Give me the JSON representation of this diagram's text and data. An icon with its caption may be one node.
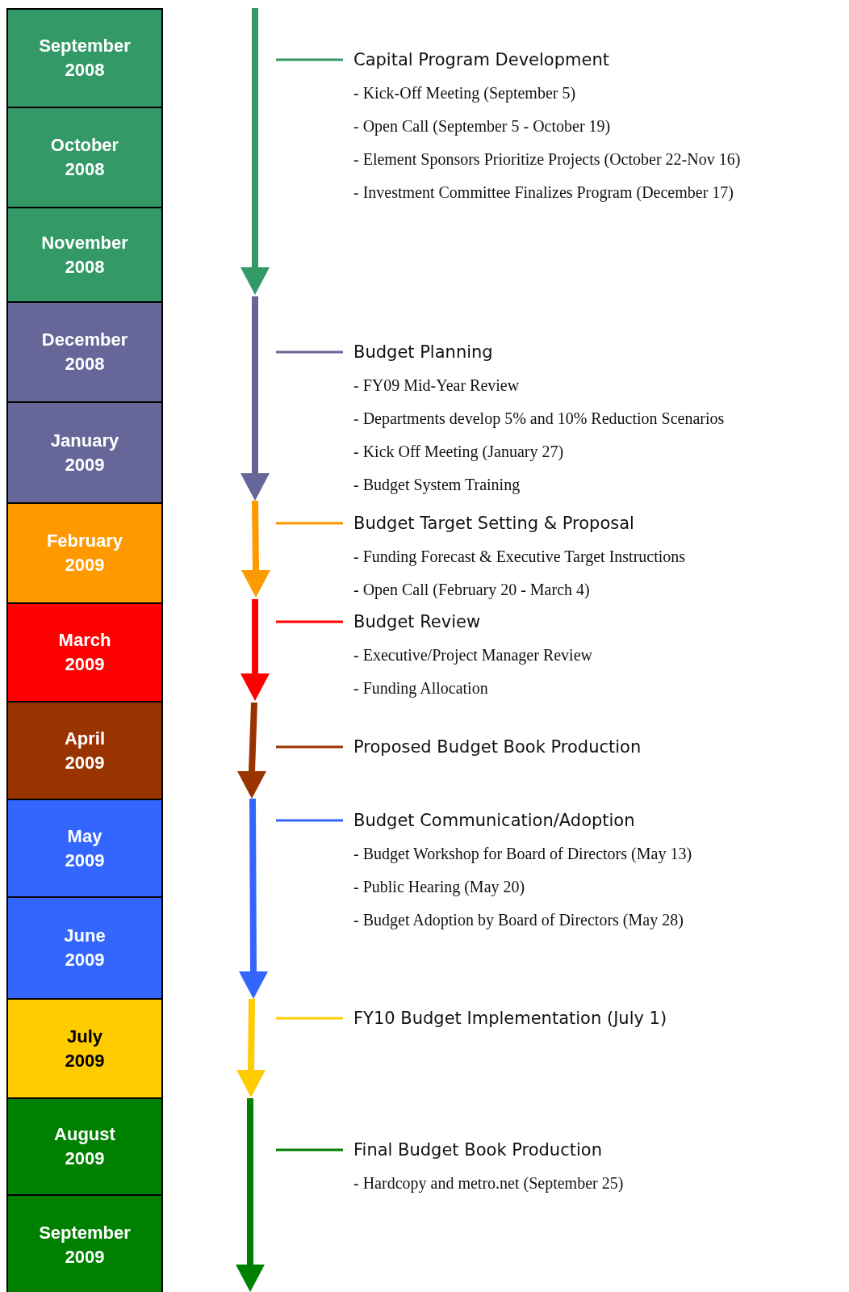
{
  "diagram": {
    "nodes": [
      {
        "text": [
          "September 2008"
        ]
      },
      {
        "text": [
          "October 2008"
        ]
      },
      {
        "text": [
          "November 2008"
        ]
      },
      {
        "text": [
          "December 2008"
        ]
      },
      {
        "text": [
          "January 2009"
        ]
      },
      {
        "text": [
          "February 2009"
        ]
      },
      {
        "text": [
          "March 2009"
        ]
      },
      {
        "text": [
          "April 2009"
        ]
      },
      {
        "text": [
          "May 2009"
        ]
      },
      {
        "text": [
          "June 2009"
        ]
      },
      {
        "text": [
          "July 2009"
        ]
      },
      {
        "text": [
          "August 2009"
        ]
      },
      {
        "text": [
          "September 2009"
        ]
      },
      {
        "text": [
          "Capital Program Development",
          "- Kick-Off Meeting (September 5)",
          "- Open Call (September 5 - October 19)",
          "- Element Sponsors Prioritize Projects (October 22-Nov 16)",
          "- Investment Committee Finalizes Program (December 17)"
        ]
      },
      {
        "text": [
          "Budget Planning",
          "- FY09 Mid-Year Review",
          "- Departments develop 5% and 10% Reduction Scenarios",
          "- Kick Off Meeting (January 27)",
          "- Budget System Training"
        ]
      },
      {
        "text": [
          "Budget Target Setting & Proposal",
          "- Funding Forecast & Executive Target Instructions",
          "- Open Call (February 20 - March 4)"
        ]
      },
      {
        "text": [
          "Budget Review",
          "- Executive/Project Manager Review",
          "- Funding Allocation"
        ]
      },
      {
        "text": [
          "Proposed Budget Book Production"
        ]
      },
      {
        "text": [
          "Budget Communication/Adoption",
          "- Budget Workshop for Board of Directors (May 13)",
          "- Public Hearing (May 20)",
          "- Budget Adoption by Board of Directors (May 28)"
        ]
      },
      {
        "text": [
          "FY10 Budget Implementation (July 1)"
        ]
      },
      {
        "text": [
          "Final Budget Book Production",
          "- Hardcopy and metro.net (September 25)"
        ]
      }
    ],
    "edges": [
      {
        "from": 13,
        "to": null,
        "arrow": "none",
        "color": "#339966"
      },
      {
        "from": 14,
        "to": null,
        "arrow": "none",
        "color": "#666699"
      },
      {
        "from": 15,
        "to": null,
        "arrow": "none",
        "color": "#ff9900"
      },
      {
        "from": 16,
        "to": null,
        "arrow": "none",
        "color": "#ff0000"
      },
      {
        "from": 17,
        "to": null,
        "arrow": "none",
        "color": "#993300"
      },
      {
        "from": 18,
        "to": null,
        "arrow": "none",
        "color": "#3366ff"
      },
      {
        "from": 19,
        "to": null,
        "arrow": "none",
        "color": "#ffcc00"
      },
      {
        "from": 20,
        "to": null,
        "arrow": "none",
        "color": "#008000"
      }
    ]
  }
}
